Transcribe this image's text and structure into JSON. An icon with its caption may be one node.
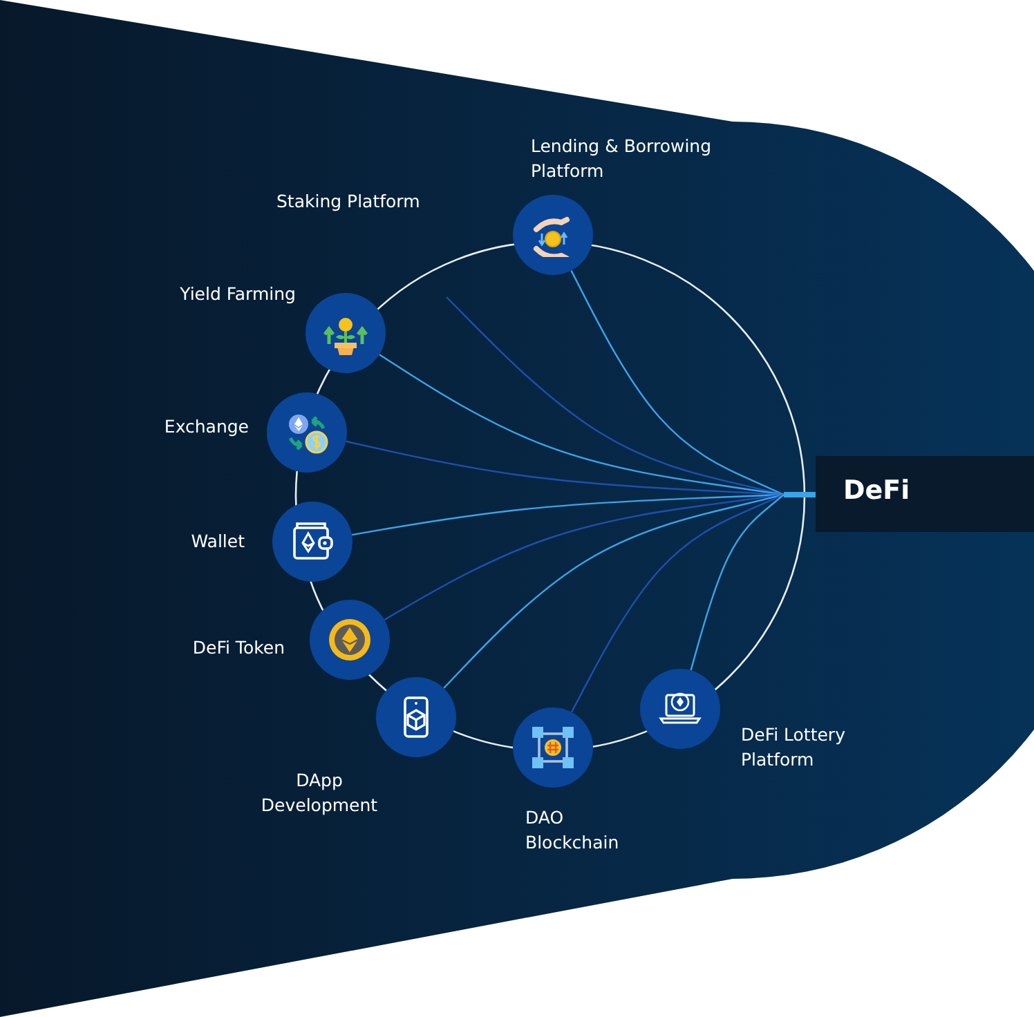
{
  "diagram": {
    "nodes": [
      {
        "text": [],
        "shape": "circle",
        "beside": [
          "Lending & Borrowing Platform"
        ]
      },
      {
        "text": [],
        "shape": "circle",
        "beside": [
          "Yield Farming"
        ]
      },
      {
        "text": [],
        "shape": "circle",
        "beside": [
          "Exchange"
        ]
      },
      {
        "text": [],
        "shape": "circle",
        "beside": [
          "Wallet"
        ]
      },
      {
        "text": [],
        "shape": "circle",
        "beside": [
          "DeFi Token"
        ]
      },
      {
        "text": [],
        "shape": "circle",
        "beside": [
          "DApp Development"
        ]
      },
      {
        "text": [],
        "shape": "circle",
        "beside": [
          "DAO Blockchain"
        ]
      },
      {
        "text": [],
        "shape": "circle",
        "beside": [
          "DeFi Lottery Platform"
        ]
      },
      {
        "text": [
          "DeFi"
        ]
      }
    ],
    "edges": [
      {
        "from": 8,
        "to": 0,
        "arrow": "none"
      },
      {
        "from": 8,
        "to": null,
        "arrow": "none",
        "color": "#1f4fae"
      },
      {
        "from": 8,
        "to": 1,
        "arrow": "none"
      },
      {
        "from": 8,
        "to": 2,
        "arrow": "none",
        "color": "#1f4fae"
      },
      {
        "from": 8,
        "to": 3,
        "arrow": "none"
      },
      {
        "from": 8,
        "to": 4,
        "arrow": "none",
        "color": "#1f4fae"
      },
      {
        "from": 8,
        "to": 5,
        "arrow": "none"
      },
      {
        "from": 8,
        "to": 6,
        "arrow": "none",
        "color": "#1f4fae"
      },
      {
        "from": 8,
        "to": 7,
        "arrow": "none"
      }
    ],
    "labels": [
      "Staking Platform"
    ]
  }
}
